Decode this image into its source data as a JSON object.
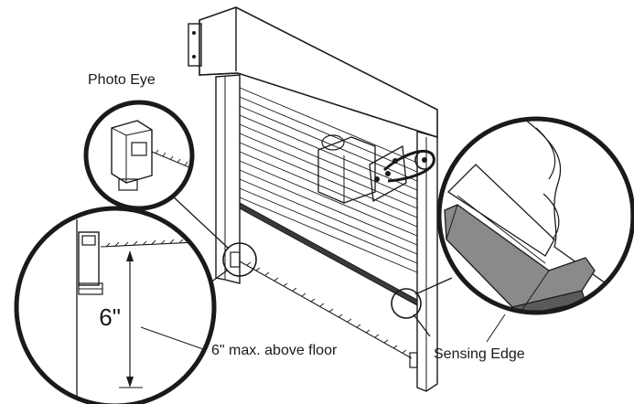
{
  "labels": {
    "photo_eye": "Photo Eye",
    "height": "6\"",
    "max_height": "6\" max. above floor",
    "sensing_edge": "Sensing Edge"
  },
  "colors": {
    "line": "#1a1a1a",
    "fill": "#ffffff",
    "shade": "#8a8a8a",
    "dark": "#3a3a3a"
  }
}
